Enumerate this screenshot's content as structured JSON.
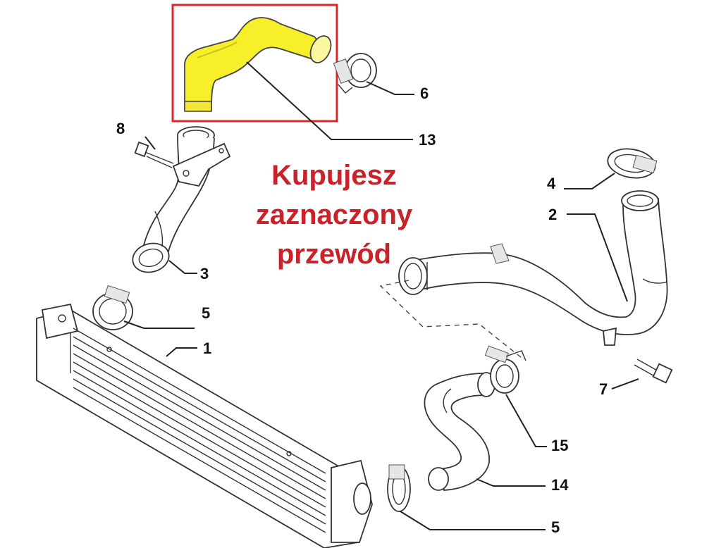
{
  "caption": {
    "line1": "Kupujesz",
    "line2": "zaznaczony",
    "line3": "przewód"
  },
  "labels": {
    "p1": "1",
    "p2": "2",
    "p3": "3",
    "p4": "4",
    "p5a": "5",
    "p5b": "5",
    "p6": "6",
    "p7": "7",
    "p8": "8",
    "p13": "13",
    "p14": "14",
    "p15": "15"
  },
  "colors": {
    "highlight_box": "#d8282c",
    "highlight_part": "#f7ef2a",
    "caption_text": "#c8232b",
    "line_art": "#222222"
  },
  "selected_part": "13"
}
